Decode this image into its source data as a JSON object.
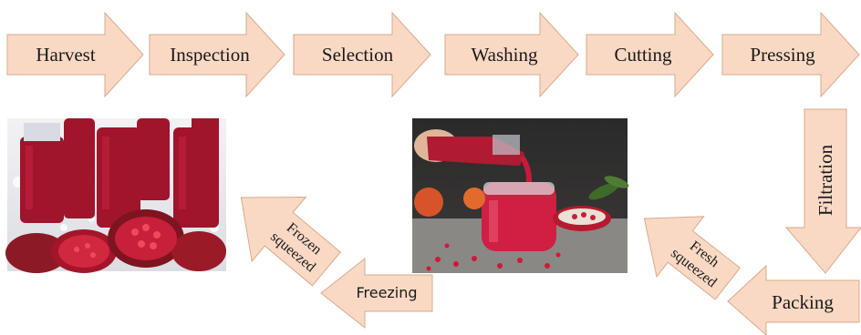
{
  "colors": {
    "arrow_fill": "#fad9c4",
    "arrow_stroke": "#d9a98a",
    "juice_red": "#b5122f"
  },
  "steps": {
    "harvest": "Harvest",
    "inspection": "Inspection",
    "selection": "Selection",
    "washing": "Washing",
    "cutting": "Cutting",
    "pressing": "Pressing",
    "filtration": "Filtration",
    "packing": "Packing",
    "fresh_squeezed_line1": "Fresh",
    "fresh_squeezed_line2": "squeezed",
    "freezing": "Freezing",
    "frozen_squeezed_line1": "Frozen",
    "frozen_squeezed_line2": "squeezed"
  },
  "images": {
    "frozen_juice_photo": "frozen-pomegranate-juice-bottles-on-ice",
    "fresh_juice_photo": "fresh-pomegranate-juice-poured-into-jar"
  }
}
